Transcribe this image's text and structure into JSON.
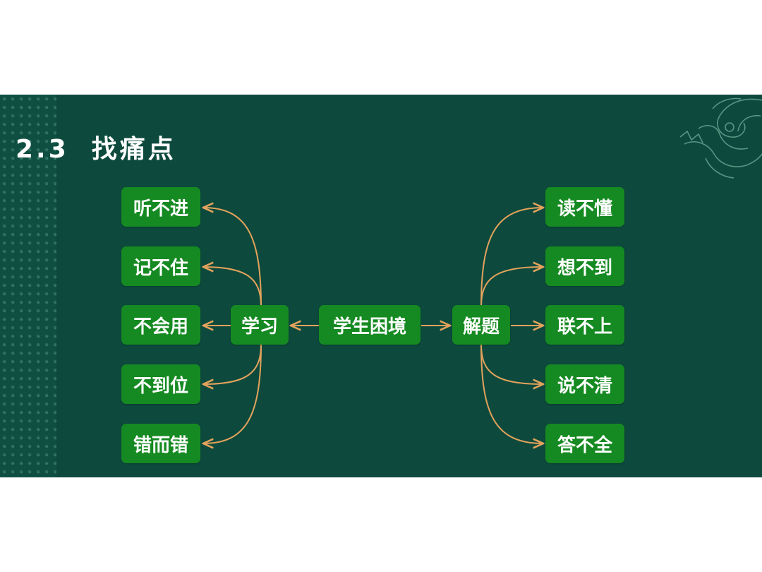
{
  "title": {
    "number": "2.3",
    "text": "找痛点"
  },
  "diagram": {
    "center": "学生困境",
    "left_branch": {
      "label": "学习",
      "children": [
        "听不进",
        "记不住",
        "不会用",
        "不到位",
        "错而错"
      ]
    },
    "right_branch": {
      "label": "解题",
      "children": [
        "读不懂",
        "想不到",
        "联不上",
        "说不清",
        "答不全"
      ]
    }
  },
  "colors": {
    "background": "#0d4a3d",
    "node_fill": "#168a22",
    "node_text": "#ffffff",
    "connector": "#e3a25c"
  }
}
